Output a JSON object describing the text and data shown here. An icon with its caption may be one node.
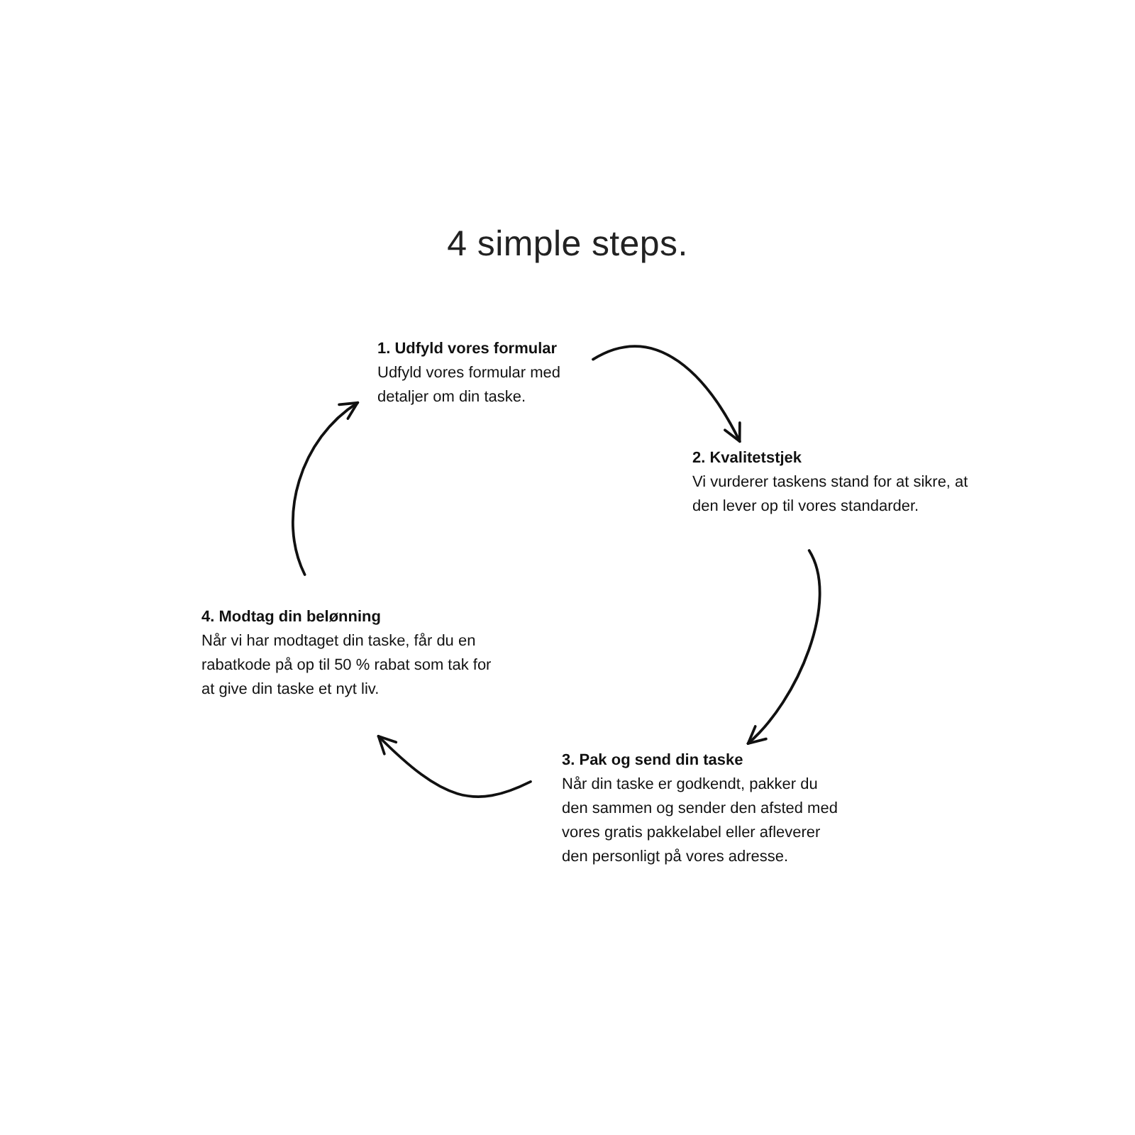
{
  "diagram": {
    "title": "4 simple steps.",
    "nodes": [
      {
        "text": [
          "1. Udfyld vores formular",
          "Udfyld vores formular med detaljer om din taske."
        ]
      },
      {
        "text": [
          "2. Kvalitetstjek",
          "Vi vurderer taskens stand for at sikre, at den lever op til vores standarder."
        ]
      },
      {
        "text": [
          "3. Pak og send din taske",
          "Når din taske er godkendt, pakker du den sammen og sender den afsted med vores gratis pakkelabel eller afleverer den personligt på vores adresse."
        ]
      },
      {
        "text": [
          "4. Modtag din belønning",
          "Når vi har modtaget din taske, får du en rabatkode på op til 50 % rabat som tak for at give din taske et nyt liv."
        ]
      }
    ],
    "edges": [
      {
        "from": 0,
        "to": 1,
        "arrow": "to"
      },
      {
        "from": 1,
        "to": 2,
        "arrow": "to"
      },
      {
        "from": 2,
        "to": 3,
        "arrow": "to"
      },
      {
        "from": 3,
        "to": 0,
        "arrow": "to"
      }
    ]
  }
}
